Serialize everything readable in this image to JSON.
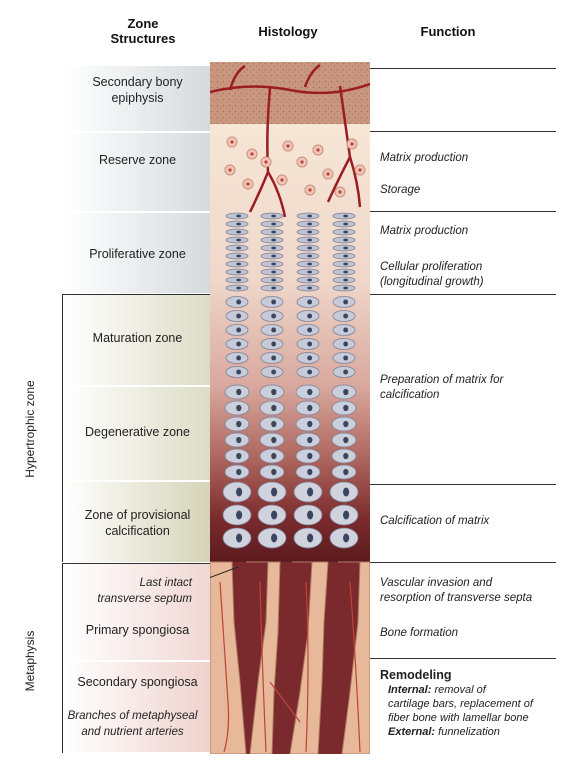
{
  "headers": {
    "zone_structures_line1": "Zone",
    "zone_structures_line2": "Structures",
    "histology": "Histology",
    "function": "Function"
  },
  "zones": {
    "secondary_bony_epiphysis": [
      "Secondary bony",
      "epiphysis"
    ],
    "reserve_zone": "Reserve zone",
    "proliferative_zone": "Proliferative zone",
    "maturation_zone": "Maturation zone",
    "degenerative_zone": "Degenerative zone",
    "provisional_calcification": [
      "Zone of provisional",
      "calcification"
    ],
    "last_intact_septum": [
      "Last intact",
      "transverse septum"
    ],
    "primary_spongiosa": "Primary spongiosa",
    "secondary_spongiosa": "Secondary spongiosa",
    "branches_arteries": [
      "Branches of metaphyseal",
      "and nutrient arteries"
    ]
  },
  "group_labels": {
    "hypertrophic": "Hypertrophic zone",
    "metaphysis": "Metaphysis"
  },
  "functions": {
    "reserve_1": "Matrix production",
    "reserve_2": "Storage",
    "prolif_1": "Matrix production",
    "prolif_2": [
      "Cellular proliferation",
      "(longitudinal growth)"
    ],
    "prep_matrix": [
      "Preparation of matrix for",
      "calcification"
    ],
    "calc_matrix": "Calcification of matrix",
    "vascular": [
      "Vascular invasion and",
      "resorption of transverse septa"
    ],
    "bone_formation": "Bone formation",
    "remodeling_title": "Remodeling",
    "internal_label": "Internal:",
    "internal_text_1": "removal of",
    "internal_text_2": "cartilage bars, replacement of",
    "internal_text_3": "fiber bone with lamellar bone",
    "external_label": "External:",
    "external_text": "funnelization"
  },
  "colors": {
    "zone_gray": "#d9dde0",
    "zone_olive": "#dcdcc4",
    "zone_pink": "#f1d9d6",
    "histology_top": "#c89a86",
    "histology_cartilage": "#f4e2d4",
    "cell_color": "#b8bccc",
    "nucleus": "#3a4660",
    "vessel": "#9b1d22",
    "bone": "#e7b99a"
  }
}
